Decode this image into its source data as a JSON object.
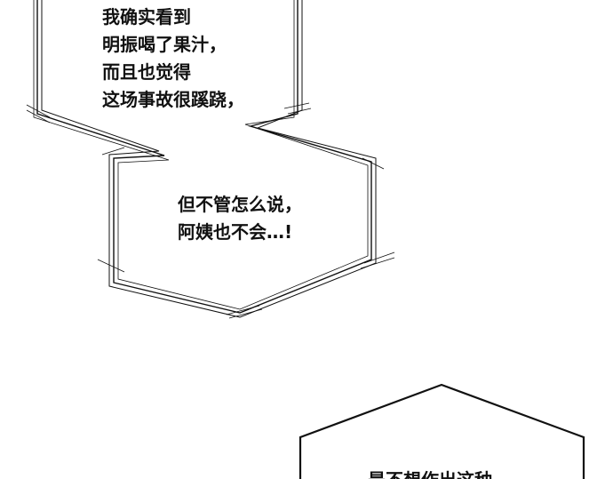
{
  "bubble1": {
    "lines": [
      "我确实看到",
      "明振喝了果汁，",
      "而且也觉得",
      "这场事故很蹊跷，"
    ]
  },
  "bubble2": {
    "lines": [
      "但不管怎么说，",
      "阿姨也不会…!"
    ]
  },
  "bubble3": {
    "lines": [
      "是不想作出这种"
    ]
  },
  "colors": {
    "ink": "#111111",
    "paper": "#ffffff"
  }
}
